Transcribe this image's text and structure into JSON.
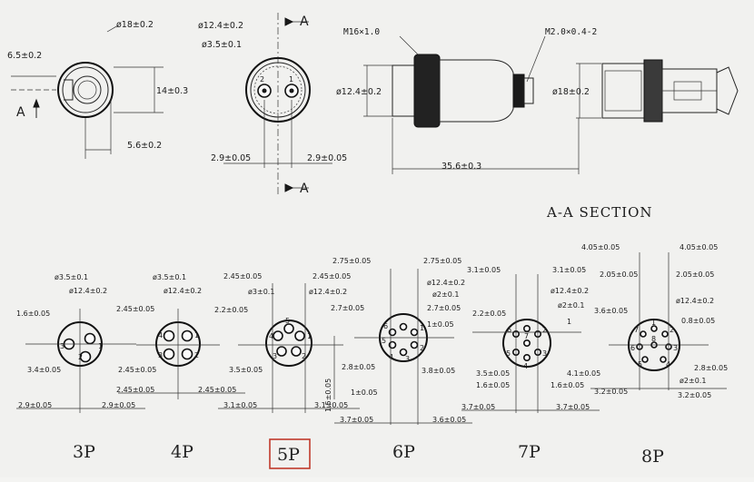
{
  "top": {
    "front_view": {
      "dia_outer": "ø18±0.2",
      "dim_65": "6.5±0.2",
      "dim_14": "14±0.3",
      "dim_56": "5.6±0.2",
      "section_letter": "A"
    },
    "socket_face": {
      "dia_124": "ø12.4±0.2",
      "dia_35": "ø3.5±0.1",
      "pin2": "2",
      "pin1": "1",
      "dim_29_left": "2.9±0.05",
      "dim_29_right": "2.9±0.05",
      "section_top": "A",
      "section_bottom": "A"
    },
    "side_view": {
      "thread_m16": "M16×1.0",
      "thread_m2": "M2.0×0.4-2",
      "dia_124": "ø12.4±0.2",
      "length": "35.6±0.3"
    },
    "section_view": {
      "dia_18": "ø18±0.2",
      "title": "A-A SECTION"
    }
  },
  "variants": [
    {
      "label": "3P",
      "dims": [
        "ø3.5±0.1",
        "ø12.4±0.2",
        "1.6±0.05",
        "3.4±0.05",
        "2.9±0.05",
        "2.9±0.05"
      ],
      "pins": [
        "3",
        "2",
        "1"
      ]
    },
    {
      "label": "4P",
      "dims": [
        "ø3.5±0.1",
        "ø12.4±0.2",
        "2.45±0.05",
        "2.45±0.05",
        "2.45±0.05",
        "2.45±0.05"
      ],
      "pins": [
        "4",
        "3",
        "2",
        "1"
      ]
    },
    {
      "label": "5P",
      "highlighted": true,
      "dims": [
        "2.45±0.05",
        "2.45±0.05",
        "ø3±0.1",
        "ø12.4±0.2",
        "2.2±0.05",
        "3.5±0.05",
        "1.5±0.05",
        "3.1±0.05",
        "3.1±0.05"
      ],
      "pins": [
        "4",
        "5",
        "3",
        "1",
        "2"
      ]
    },
    {
      "label": "6P",
      "dims": [
        "2.75±0.05",
        "2.75±0.05",
        "ø12.4±0.2",
        "ø2±0.1",
        "2.7±0.05",
        "2.7±0.05",
        "1±0.05",
        "2.8±0.05",
        "3.8±0.05",
        "1±0.05",
        "3.7±0.05",
        "3.6±0.05"
      ],
      "pins": [
        "6",
        "5",
        "4",
        "3",
        "2",
        "1"
      ]
    },
    {
      "label": "7P",
      "dims": [
        "3.1±0.05",
        "3.1±0.05",
        "ø12.4±0.2",
        "ø2±0.1",
        "2.2±0.05",
        "3.5±0.05",
        "1.6±0.05",
        "1.6±0.05",
        "4.1±0.05",
        "3.7±0.05",
        "3.7±0.05"
      ],
      "pins": [
        "7",
        "6",
        "5",
        "4",
        "3",
        "2",
        "1"
      ]
    },
    {
      "label": "8P",
      "dims": [
        "4.05±0.05",
        "4.05±0.05",
        "2.05±0.05",
        "2.05±0.05",
        "ø12.4±0.2",
        "3.6±0.05",
        "0.8±0.05",
        "2.8±0.05",
        "ø2±0.1",
        "3.2±0.05",
        "3.2±0.05"
      ],
      "pins": [
        "8",
        "7",
        "6",
        "5",
        "4",
        "3",
        "2",
        "1"
      ]
    }
  ],
  "colors": {
    "ink": "#1b1b1b",
    "highlight_box": "#c0392b",
    "paper": "#f1f1ef"
  }
}
